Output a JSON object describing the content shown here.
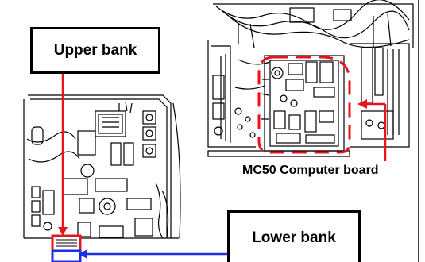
{
  "labels": {
    "upper_bank": "Upper bank",
    "lower_bank": "Lower bank",
    "board_caption": "MC50 Computer board"
  },
  "colors": {
    "highlight": "#e8141b",
    "connector": "#1f2ee6",
    "line_art": "#000000",
    "background": "#ffffff"
  }
}
